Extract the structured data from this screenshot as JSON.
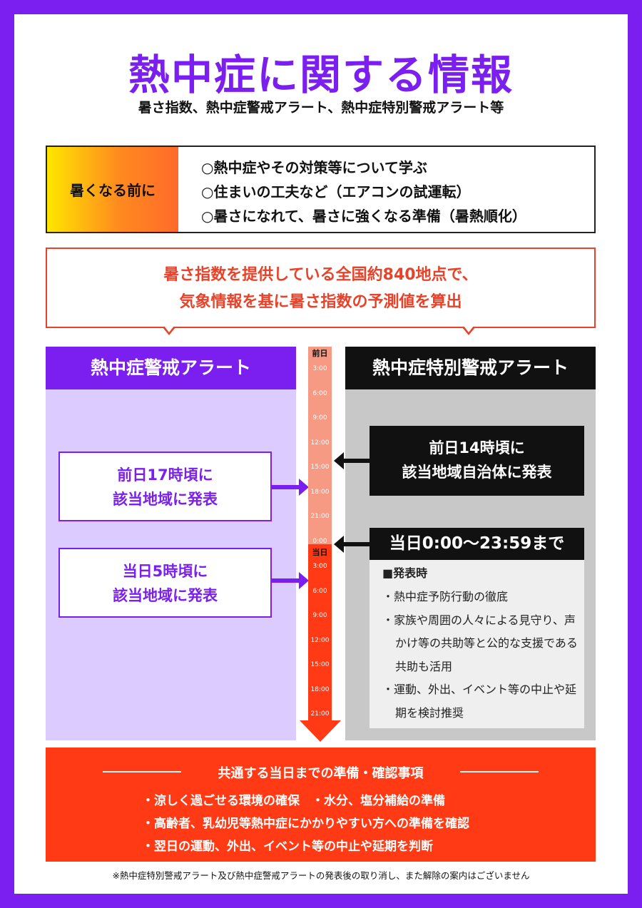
{
  "title": "熱中症に関する情報",
  "subtitle": "暑さ指数、熱中症警戒アラート、熱中症特別警戒アラート等",
  "before_heat": {
    "label": "暑くなる前に",
    "items": [
      "○熱中症やその対策等について学ぶ",
      "○住まいの工夫など（エアコンの試運転）",
      "○暑さになれて、暑さに強くなる準備（暑熱順化）"
    ]
  },
  "calculation": {
    "line1": "暑さ指数を提供している全国約840地点で、",
    "line2": "気象情報を基に暑さ指数の予測値を算出"
  },
  "alert": {
    "header": "熱中症警戒アラート",
    "box1": [
      "前日17時頃に",
      "該当地域に発表"
    ],
    "box2": [
      "当日5時頃に",
      "該当地域に発表"
    ]
  },
  "special_alert": {
    "header": "熱中症特別警戒アラート",
    "box1": [
      "前日14時頃に",
      "該当地域自治体に発表"
    ],
    "period": "当日0:00〜23:59まで",
    "list_title": "■発表時",
    "items": [
      "・熱中症予防行動の徹底",
      "・家族や周囲の人々による見守り、声かけ等の共助等と公的な支援である共助も活用",
      "・運動、外出、イベント等の中止や延期を検討推奨"
    ]
  },
  "timeline": {
    "prev_day": "前日",
    "same_day": "当日",
    "prev_ticks": [
      "3:00",
      "6:00",
      "9:00",
      "12:00",
      "15:00",
      "18:00",
      "21:00",
      "0:00"
    ],
    "same_ticks": [
      "3:00",
      "6:00",
      "9:00",
      "12:00",
      "15:00",
      "18:00",
      "21:00"
    ]
  },
  "common": {
    "header": "共通する当日までの準備・確認事項",
    "items": [
      "・涼しく過ごせる環境の確保　・水分、塩分補給の準備",
      "・高齢者、乳幼児等熱中症にかかりやすい方への準備を確認",
      "・翌日の運動、外出、イベント等の中止や延期を判断"
    ]
  },
  "footnote": "※熱中症特別警戒アラート及び熱中症警戒アラートの発表後の取り消し、また解除の案内はございません"
}
